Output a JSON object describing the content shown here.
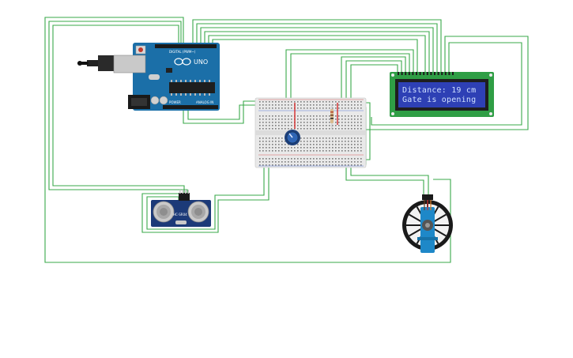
{
  "arduino": {
    "board_label": "UNO",
    "digital_label": "DIGITAL (PWM~)",
    "analog_label": "ANALOG IN",
    "power_label": "POWER"
  },
  "lcd": {
    "line1": "Distance: 19 cm",
    "line2": "Gate is opening"
  },
  "ultrasonic": {
    "model": "HC-SR04"
  },
  "colors": {
    "wire": "#3aa84a",
    "arduino": "#1b6fa8",
    "lcd_screen": "#2e40b5",
    "lcd_board": "#2f9e45",
    "servo": "#1e88c8",
    "breadboard": "#e9e9e9"
  }
}
